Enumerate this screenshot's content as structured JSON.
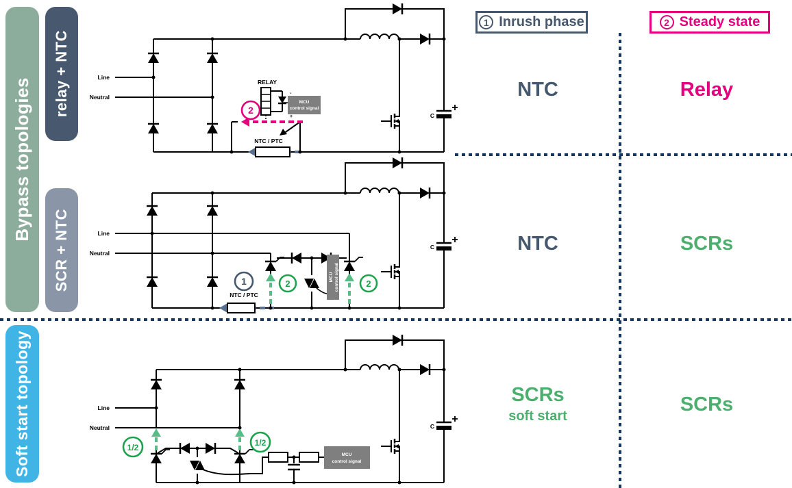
{
  "sidebar": {
    "bypass": "Bypass topologies",
    "relay_ntc": "relay + NTC",
    "scr_ntc": "SCR + NTC",
    "soft_start": "Soft start topology"
  },
  "legend": {
    "inrush": {
      "num": "1",
      "label": "Inrush phase"
    },
    "steady": {
      "num": "2",
      "label": "Steady state"
    }
  },
  "results": {
    "relay_ntc": {
      "inrush": "NTC",
      "steady": "Relay"
    },
    "scr_ntc": {
      "inrush": "NTC",
      "steady": "SCRs"
    },
    "soft_start": {
      "inrush": "SCRs",
      "inrush_sub": "soft start",
      "steady": "SCRs"
    }
  },
  "circuit": {
    "line": "Line",
    "neutral": "Neutral",
    "relay": "RELAY",
    "ntc_ptc": "NTC / PTC",
    "mcu_1": "MCU",
    "mcu_2": "control signal",
    "cap": "C",
    "plus": "+",
    "minus": "-",
    "badge_inrush": "1",
    "badge_steady": "2",
    "badge_both": "1/2"
  },
  "colors": {
    "slate": "#45586E",
    "magenta": "#E5007D",
    "green_text": "#4CAF6E",
    "green_badge": "#1CA24C",
    "green_arrow": "#57BC85",
    "slate_arrow": "#5A7090",
    "sage_bar": "#8CAD9B",
    "gray_blue_bar": "#8A96A8",
    "sky_bar": "#3FB4E5",
    "navy_dots": "#17365D",
    "mcu_gray": "#7F7F7F"
  }
}
